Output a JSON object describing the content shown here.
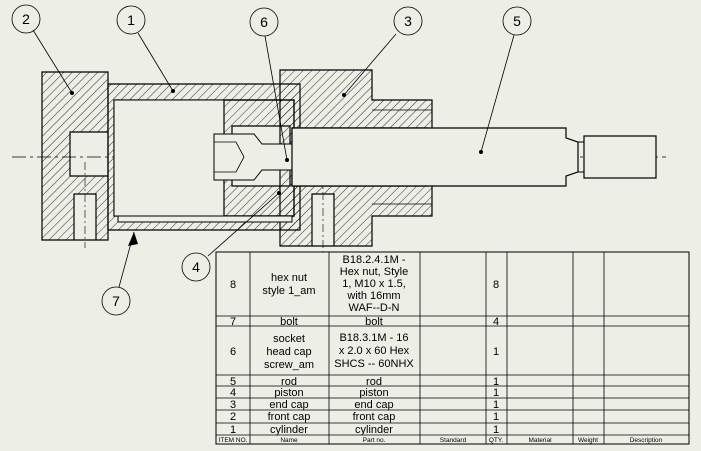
{
  "balloons": [
    {
      "num": "2"
    },
    {
      "num": "1"
    },
    {
      "num": "6"
    },
    {
      "num": "3"
    },
    {
      "num": "5"
    },
    {
      "num": "4"
    },
    {
      "num": "7"
    }
  ],
  "bom": {
    "headers": [
      "ITEM NO.",
      "Name",
      "Part no.",
      "Standard",
      "QTY.",
      "Material",
      "Weight",
      "Description"
    ],
    "rows": [
      {
        "item": "8",
        "name": [
          "hex nut",
          "style 1_am"
        ],
        "part": [
          "B18.2.4.1M -",
          "Hex nut, Style",
          "1,  M10 x 1.5,",
          "with 16mm",
          "WAF--D-N"
        ],
        "qty": "8"
      },
      {
        "item": "7",
        "name": [
          "bolt"
        ],
        "part": [
          "bolt"
        ],
        "qty": "4"
      },
      {
        "item": "6",
        "name": [
          "socket",
          "head cap",
          "screw_am"
        ],
        "part": [
          "B18.3.1M - 16",
          "x 2.0 x 60 Hex",
          "SHCS -- 60NHX"
        ],
        "qty": "1"
      },
      {
        "item": "5",
        "name": [
          "rod"
        ],
        "part": [
          "rod"
        ],
        "qty": "1"
      },
      {
        "item": "4",
        "name": [
          "piston"
        ],
        "part": [
          "piston"
        ],
        "qty": "1"
      },
      {
        "item": "3",
        "name": [
          "end cap"
        ],
        "part": [
          "end cap"
        ],
        "qty": "1"
      },
      {
        "item": "2",
        "name": [
          "front cap"
        ],
        "part": [
          "front cap"
        ],
        "qty": "1"
      },
      {
        "item": "1",
        "name": [
          "cylinder"
        ],
        "part": [
          "cylinder"
        ],
        "qty": "1"
      }
    ]
  }
}
